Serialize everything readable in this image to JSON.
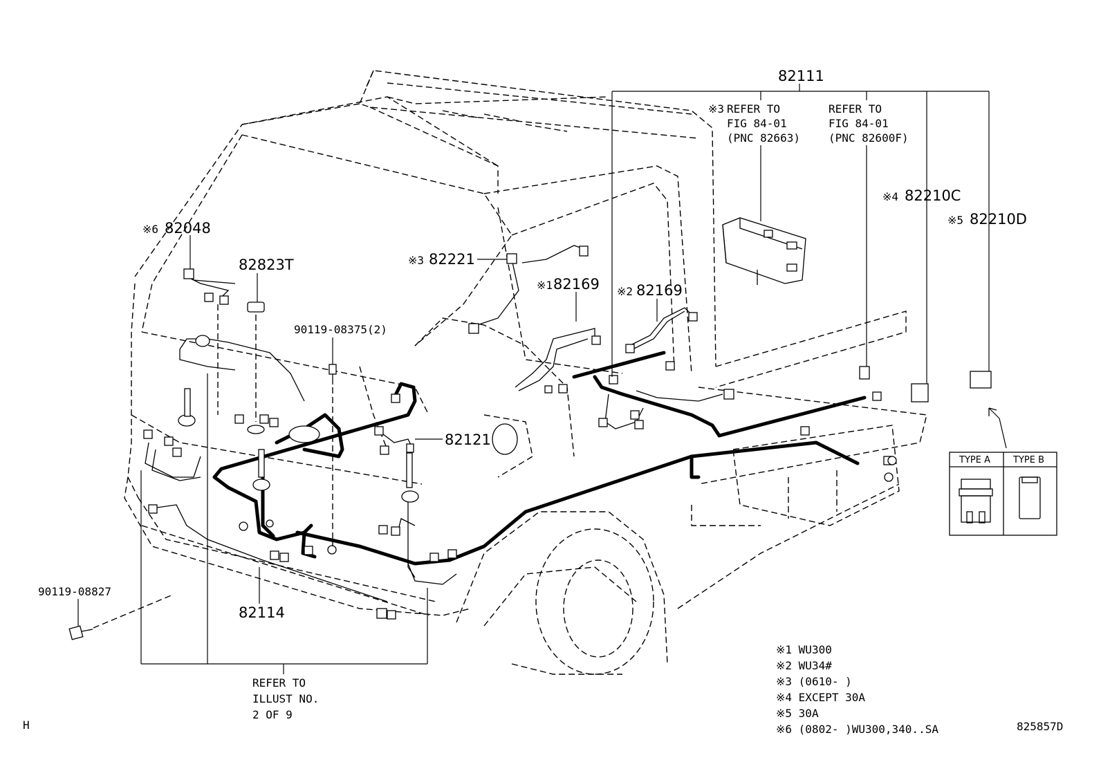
{
  "callouts": {
    "p82111": "82111",
    "p82048": "82048",
    "p82048_mark": "※6",
    "p82823T": "82823T",
    "p82221": "82221",
    "p82221_mark": "※3",
    "p82169a": "82169",
    "p82169a_mark": "※1",
    "p82169b": "82169",
    "p82169b_mark": "※2",
    "p90119_08375": "90119-08375(2)",
    "p82121": "82121",
    "p82210C": "82210C",
    "p82210C_mark": "※4",
    "p82210D": "82210D",
    "p82210D_mark": "※5",
    "p90119_08827": "90119-08827",
    "p82114": "82114"
  },
  "refer_a": {
    "mark": "※3",
    "line1": "REFER TO",
    "line2": "FIG 84-01",
    "line3": "(PNC 82663)"
  },
  "refer_b": {
    "line1": "REFER TO",
    "line2": "FIG 84-01",
    "line3": "(PNC 82600F)"
  },
  "refer_bottom": {
    "line1": "REFER TO",
    "line2": "ILLUST NO.",
    "line3": "2 OF 9"
  },
  "type_box": {
    "type_a": "TYPE A",
    "type_b": "TYPE B"
  },
  "notes": [
    "※1 WU300",
    "※2 WU34#",
    "※3 (0610-     )",
    "※4 EXCEPT 30A",
    "※5 30A",
    "※6 (0802-     )WU300,340..SA"
  ],
  "corner_left": "H",
  "diagram_id": "825857D"
}
